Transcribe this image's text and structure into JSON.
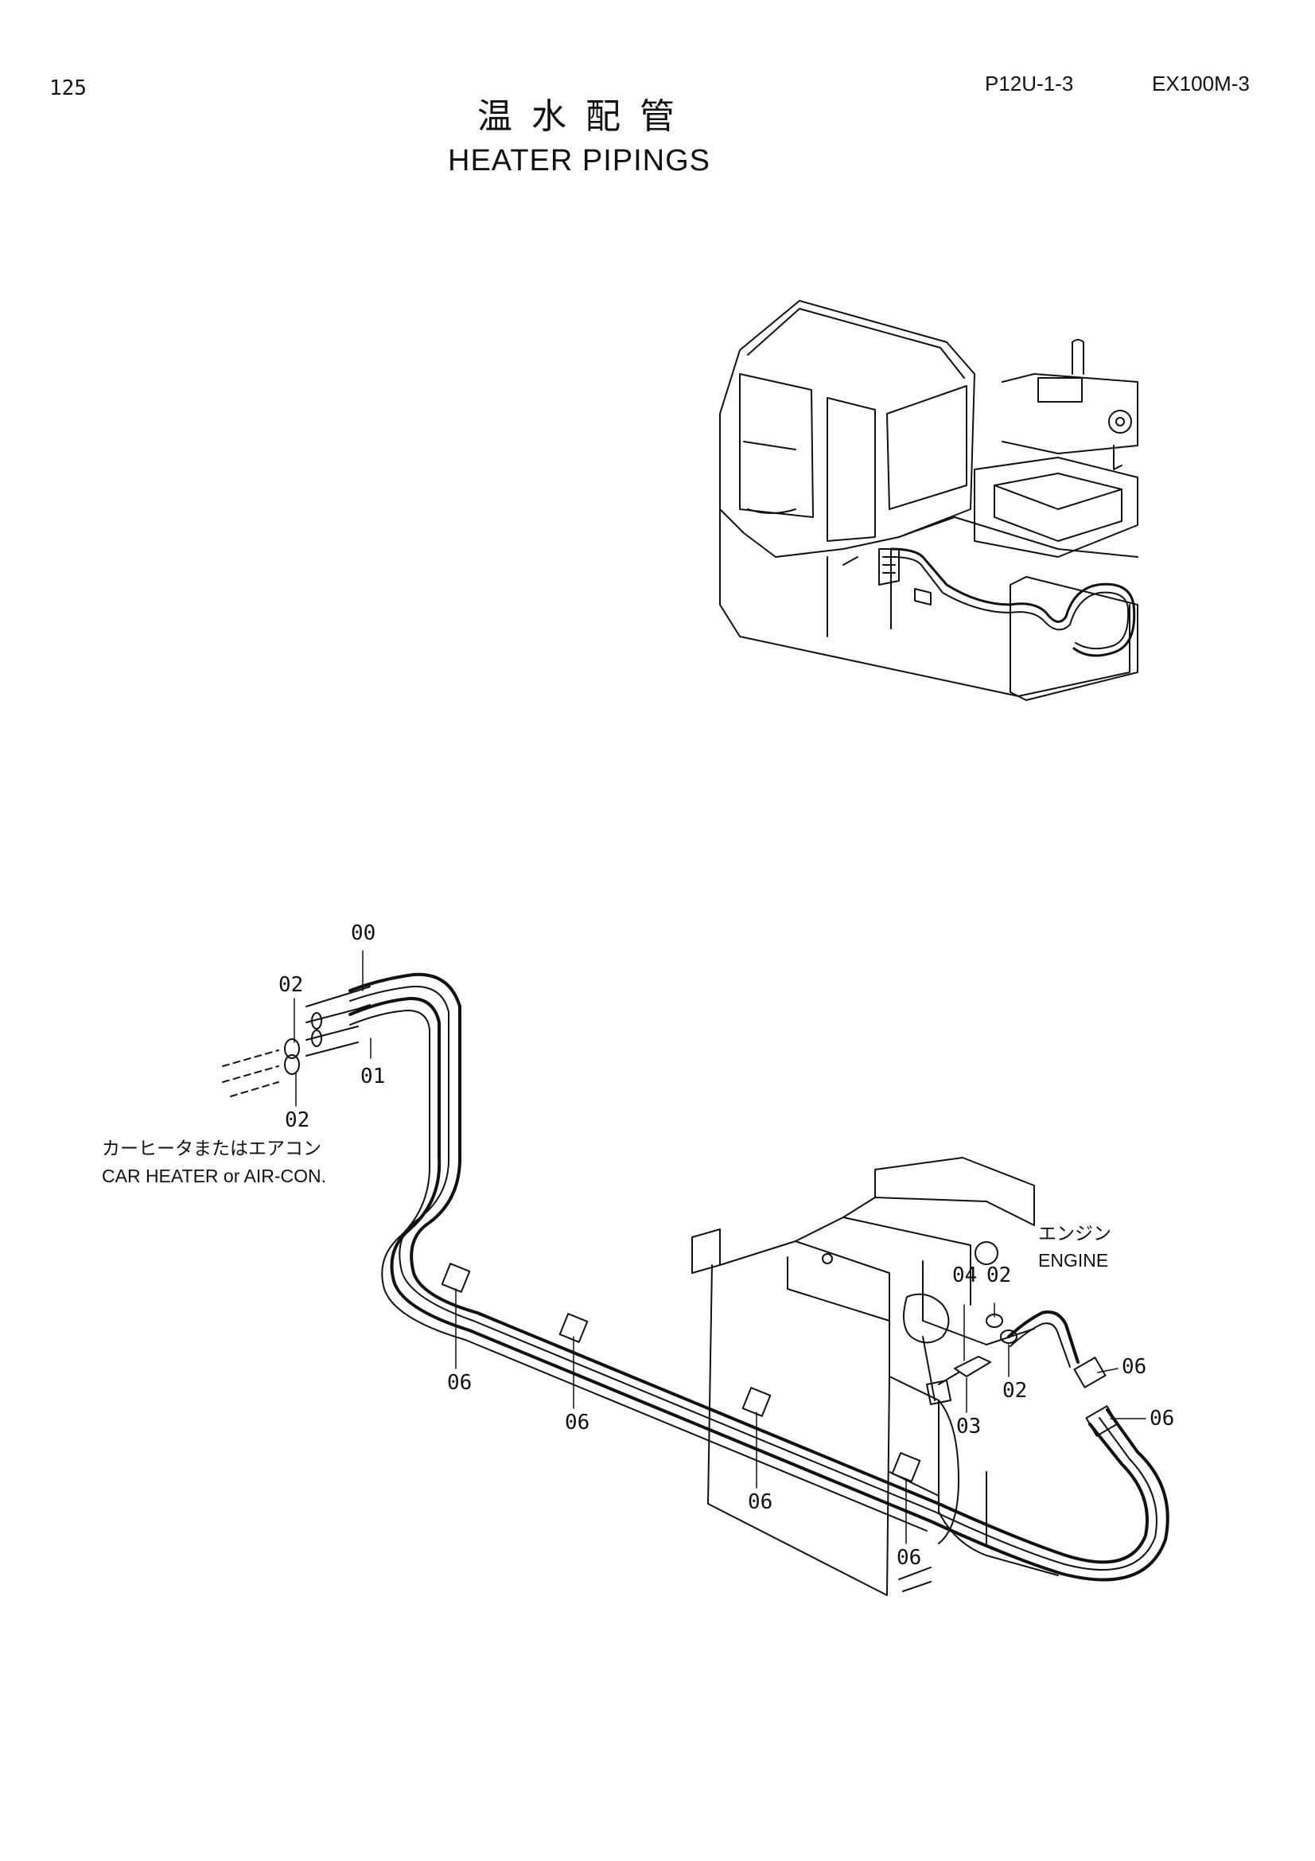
{
  "header": {
    "page_number": "125",
    "document_code": "P12U-1-3",
    "model": "EX100M-3",
    "title_jp": "温水配管",
    "title_en": "HEATER PIPINGS"
  },
  "callouts": {
    "c00": "00",
    "c02_top": "02",
    "c01": "01",
    "c02_bottom": "02",
    "c06_a": "06",
    "c06_b": "06",
    "c06_c": "06",
    "c06_d": "06",
    "c04": "04",
    "c02_engine_top": "02",
    "c02_engine_bottom": "02",
    "c03": "03",
    "c06_e": "06",
    "c06_f": "06"
  },
  "labels": {
    "heater_jp": "カーヒータまたはエアコン",
    "heater_en": "CAR HEATER or AIR-CON.",
    "engine_jp": "エンジン",
    "engine_en": "ENGINE"
  }
}
